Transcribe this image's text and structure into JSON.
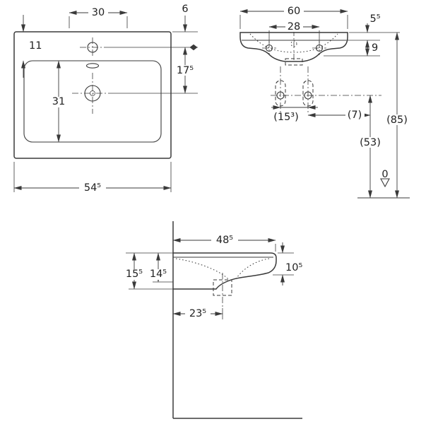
{
  "colors": {
    "line": "#3a3a3a",
    "text": "#222222",
    "background": "#ffffff"
  },
  "views": {
    "plan": {
      "label": "plan-view",
      "dims": {
        "tap_offset": "30",
        "back_to_tap": "6",
        "back_to_basin_edge": "11",
        "basin_inner_depth": "31",
        "overall_width": "54⁵",
        "tap_to_drain": "17⁵"
      }
    },
    "front": {
      "label": "front-view",
      "dims": {
        "overall_width": "60",
        "hole_spacing": "28",
        "rim_step": "5⁵",
        "rim_to_skirt": "9",
        "template_hole_spacing": "(15³)",
        "template_offset": "(7)",
        "holes_above_floor": "(53)",
        "rim_above_floor": "(85)",
        "floor_datum": "0"
      }
    },
    "side": {
      "label": "side-view",
      "dims": {
        "overall_depth": "48⁵",
        "front_edge_height": "10⁵",
        "depth_to_trap": "15⁵",
        "depth_to_outlet": "14⁵",
        "wall_to_drain": "23⁵"
      }
    }
  }
}
